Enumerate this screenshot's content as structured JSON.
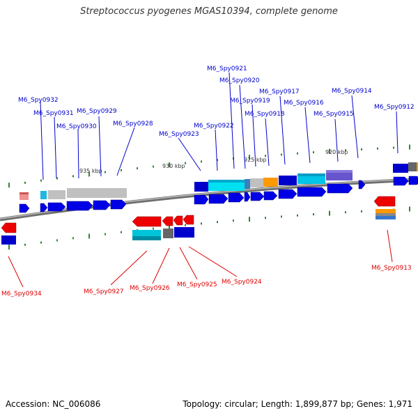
{
  "title": "Streptococcus pyogenes MGAS10394, complete genome",
  "footer": {
    "accession": "Accession: NC_006086",
    "stats": "Topology: circular; Length: 1,899,877 bp; Genes: 1,971"
  },
  "scale_labels": [
    "935 kbp",
    "930 kbp",
    "925 kbp",
    "920 kbp"
  ],
  "colors": {
    "forward_label": "#0000cc",
    "reverse_label": "#dd0000",
    "backbone": "#777777",
    "tick": "#228822"
  },
  "genes_forward": [
    {
      "name": "M6_Spy0932"
    },
    {
      "name": "M6_Spy0931"
    },
    {
      "name": "M6_Spy0930"
    },
    {
      "name": "M6_Spy0929"
    },
    {
      "name": "M6_Spy0928"
    },
    {
      "name": "M6_Spy0923"
    },
    {
      "name": "M6_Spy0922"
    },
    {
      "name": "M6_Spy0921"
    },
    {
      "name": "M6_Spy0920"
    },
    {
      "name": "M6_Spy0919"
    },
    {
      "name": "M6_Spy0918"
    },
    {
      "name": "M6_Spy0917"
    },
    {
      "name": "M6_Spy0916"
    },
    {
      "name": "M6_Spy0915"
    },
    {
      "name": "M6_Spy0914"
    },
    {
      "name": "M6_Spy0912"
    }
  ],
  "genes_reverse": [
    {
      "name": "M6_Spy0934"
    },
    {
      "name": "M6_Spy0927"
    },
    {
      "name": "M6_Spy0926"
    },
    {
      "name": "M6_Spy0925"
    },
    {
      "name": "M6_Spy0924"
    },
    {
      "name": "M6_Spy0913"
    }
  ]
}
